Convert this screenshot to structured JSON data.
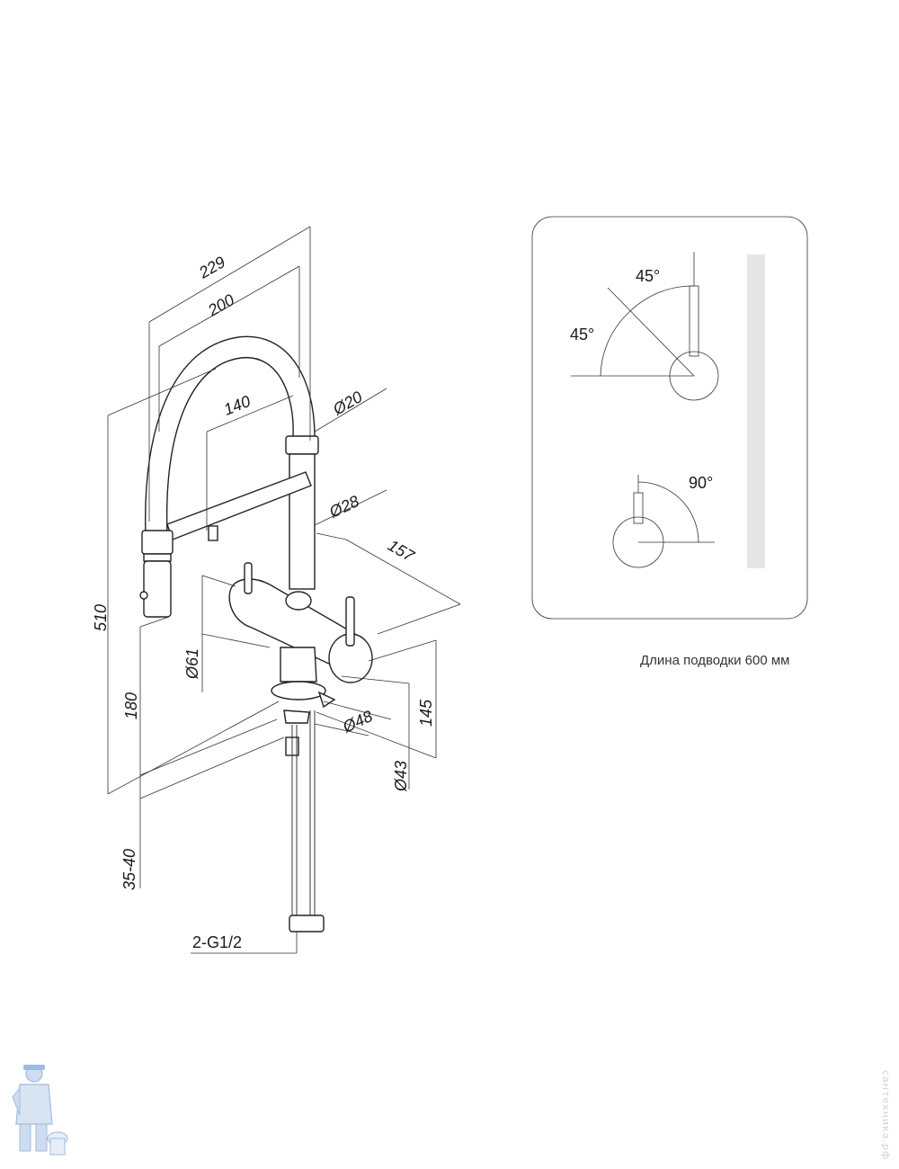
{
  "dimensions": {
    "d229": "229",
    "d200": "200",
    "d140": "140",
    "d20": "Ø20",
    "d28": "Ø28",
    "d157": "157",
    "d510": "510",
    "d61": "Ø61",
    "d180": "180",
    "d48": "Ø48",
    "d145": "145",
    "d43": "Ø43",
    "d3540": "35-40",
    "thread": "2-G1/2"
  },
  "angles": {
    "a45_top": "45°",
    "a45_left": "45°",
    "a90": "90°"
  },
  "caption": "Длина подводки 600 мм",
  "watermark": "сантехника.рф",
  "colors": {
    "line": "#222222",
    "watermark": "#c8d4e4",
    "mascot": "#9dbbe0"
  }
}
